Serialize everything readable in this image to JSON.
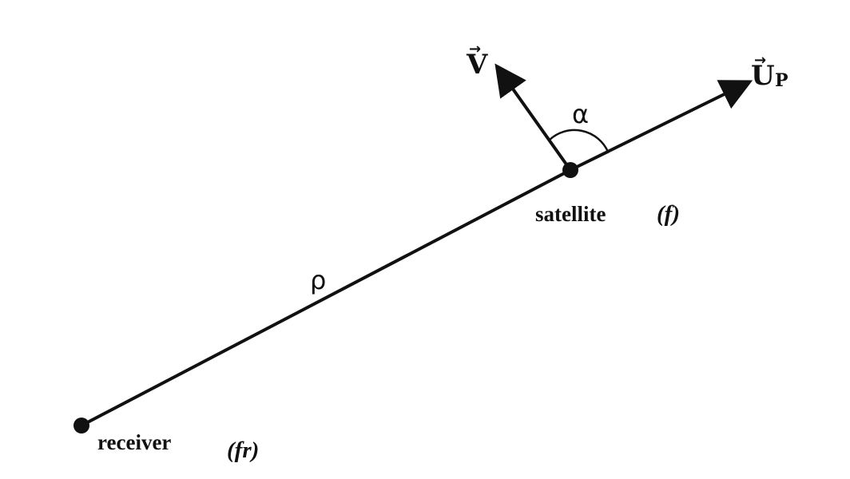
{
  "diagram": {
    "nodes": {
      "receiver": {
        "label": "receiver",
        "freq_label": "(fr)"
      },
      "satellite": {
        "label": "satellite",
        "freq_label": "(f)"
      }
    },
    "vectors": {
      "velocity": {
        "symbol": "V",
        "arrow": "→"
      },
      "unit": {
        "symbol": "U",
        "subscript": "P",
        "arrow": "→"
      }
    },
    "distance_label": "ρ",
    "angle_label": "α"
  },
  "colors": {
    "ink": "#111111",
    "background": "#ffffff"
  }
}
